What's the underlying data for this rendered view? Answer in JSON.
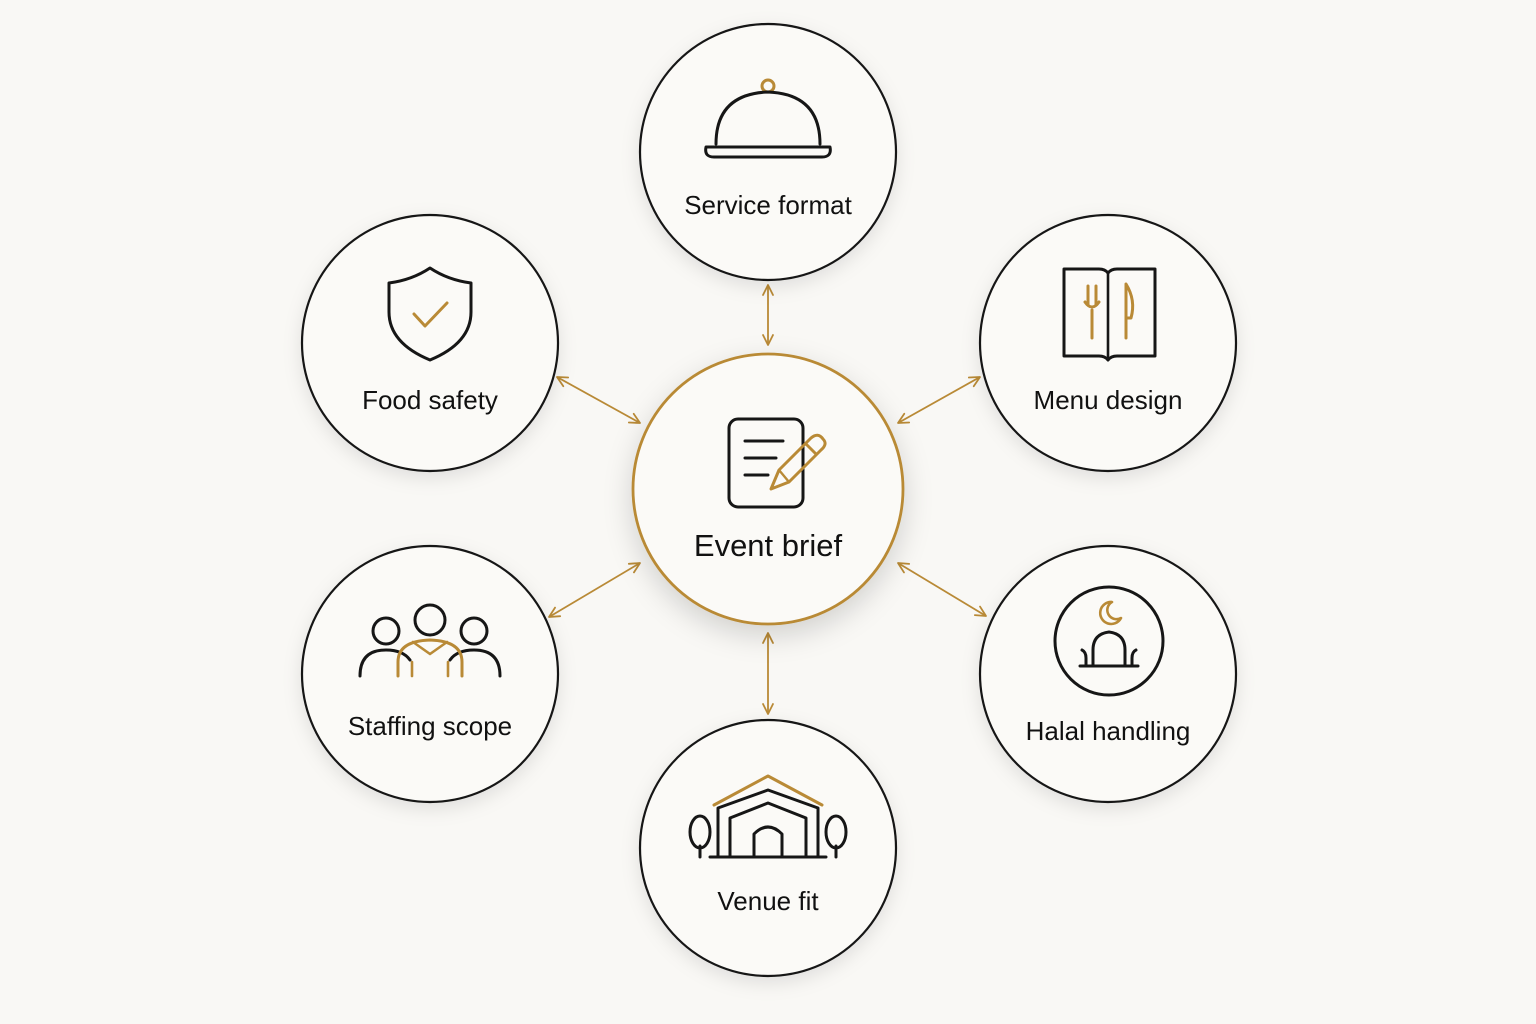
{
  "colors": {
    "background": "#f9f8f5",
    "node_fill": "#fbfaf7",
    "node_stroke": "#161616",
    "accent_gold": "#b98a36",
    "text": "#111111"
  },
  "center": {
    "label": "Event brief",
    "icon": "document-pencil-icon"
  },
  "nodes": [
    {
      "key": "service",
      "label": "Service format",
      "icon": "cloche-icon"
    },
    {
      "key": "menu",
      "label": "Menu design",
      "icon": "menu-book-cutlery-icon"
    },
    {
      "key": "halal",
      "label": "Halal handling",
      "icon": "mosque-crescent-icon"
    },
    {
      "key": "venue",
      "label": "Venue fit",
      "icon": "venue-tent-trees-icon"
    },
    {
      "key": "staffing",
      "label": "Staffing scope",
      "icon": "team-people-icon"
    },
    {
      "key": "safety",
      "label": "Food safety",
      "icon": "shield-check-icon"
    }
  ]
}
